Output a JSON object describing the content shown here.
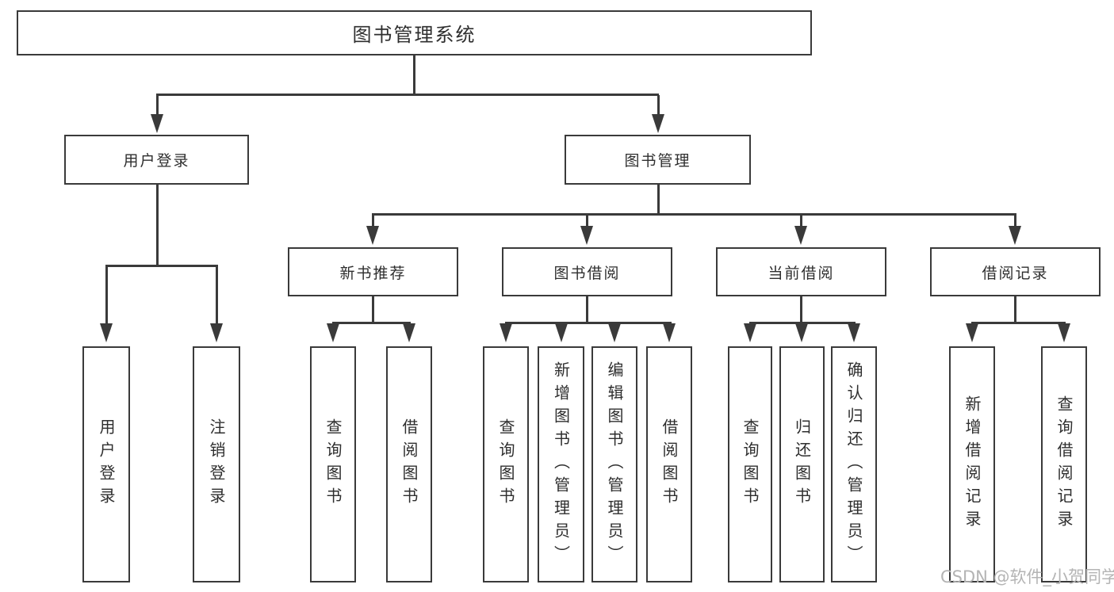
{
  "title": "图书管理系统",
  "watermark": "CSDN @软件_小贺同学",
  "colors": {
    "line": "#3a3a3a",
    "text": "#2e2e2e",
    "watermark": "#b4b4b4",
    "background": "#ffffff"
  },
  "tree": {
    "user_login": {
      "label": "用户登录",
      "children": [
        {
          "label": "用户登录"
        },
        {
          "label": "注销登录"
        }
      ]
    },
    "book_mgmt": {
      "label": "图书管理",
      "groups": {
        "new_book": {
          "label": "新书推荐",
          "children": [
            {
              "label": "查询图书"
            },
            {
              "label": "借阅图书"
            }
          ]
        },
        "borrow": {
          "label": "图书借阅",
          "children": [
            {
              "label": "查询图书"
            },
            {
              "label": "新增图书（管理员）"
            },
            {
              "label": "编辑图书（管理员）"
            },
            {
              "label": "借阅图书"
            }
          ]
        },
        "current": {
          "label": "当前借阅",
          "children": [
            {
              "label": "查询图书"
            },
            {
              "label": "归还图书"
            },
            {
              "label": "确认归还（管理员）"
            }
          ]
        },
        "record": {
          "label": "借阅记录",
          "children": [
            {
              "label": "新增借阅记录"
            },
            {
              "label": "查询借阅记录"
            }
          ]
        }
      }
    }
  }
}
